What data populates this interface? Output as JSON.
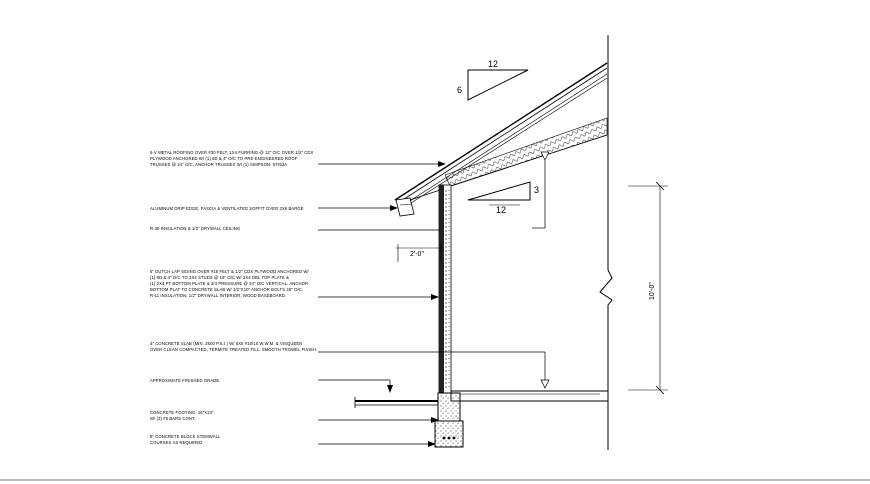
{
  "notes": [
    [
      "5-V METAL ROOFING OVER #30 FELT, 1X4 FURRING @ 12\" O/C OVER 1/2\" CDX",
      "PLYWOOD ANCHORED W/ (1) 6D & 4\" O/C TO PRE-ENGINEERED ROOF",
      "TRUSSES @ 24\" O/C. ANCHOR TRUSSES W/ (1) SIMPSON, STI53A"
    ],
    [
      "ALUMINUM DRIP EDGE, FASCIA & VENTILATED SOFFIT OVER 2X6 BARGE"
    ],
    [
      "R-30 INSULATION & 1/2\" DRYWALL CEILING"
    ],
    [
      "5\" DUTCH LAP SIDING OVER #15 FELT & 1/2\" CDX PLYWOOD ANCHORED W/",
      "(1) 8D & 4\" O/C TO 2X4 STUDS @ 16\" O/C W/ 2X4 DBL TOP PLATE &",
      "(1) 2X4 PT BOTTOM PLATE & 3/4 PRESSURE @ 24\" O/C VERTICAL. ANCHOR",
      "BOTTOM PLAT TO CONCRETE SLAB W/ 1/2\"X10\" ANCHOR BOLTS 48\" O/C.",
      "R-11 INSULATION, 1/2\" DRYWALL INTERIOR, WOOD BASEBOARD."
    ],
    [
      "4\" CONCRETE SLAB (MIN. 2500 P.S.I.) W/ 6X6 #10/10 W.W.M. & VISQUEEN",
      "OVER CLEAN COMPACTED, TERMITE TREATED FILL. SMOOTH TROWEL FINISH."
    ],
    [
      "APPROXIMATE FINISHED GRADE."
    ],
    [
      "CONCRETE FOOTING, 16\"X24\"",
      "W/ (3) #5 BARS CONT."
    ],
    [
      "8\" CONCRETE BLOCK STEMWALL",
      "COURSES AS REQUIRED"
    ]
  ],
  "dimensions": {
    "pitch_top_run": "12",
    "pitch_top_rise": "6",
    "pitch_ceiling_run": "12",
    "pitch_ceiling_rise": "3",
    "overhang": "2'-0\"",
    "wall_height": "10'-0\""
  }
}
